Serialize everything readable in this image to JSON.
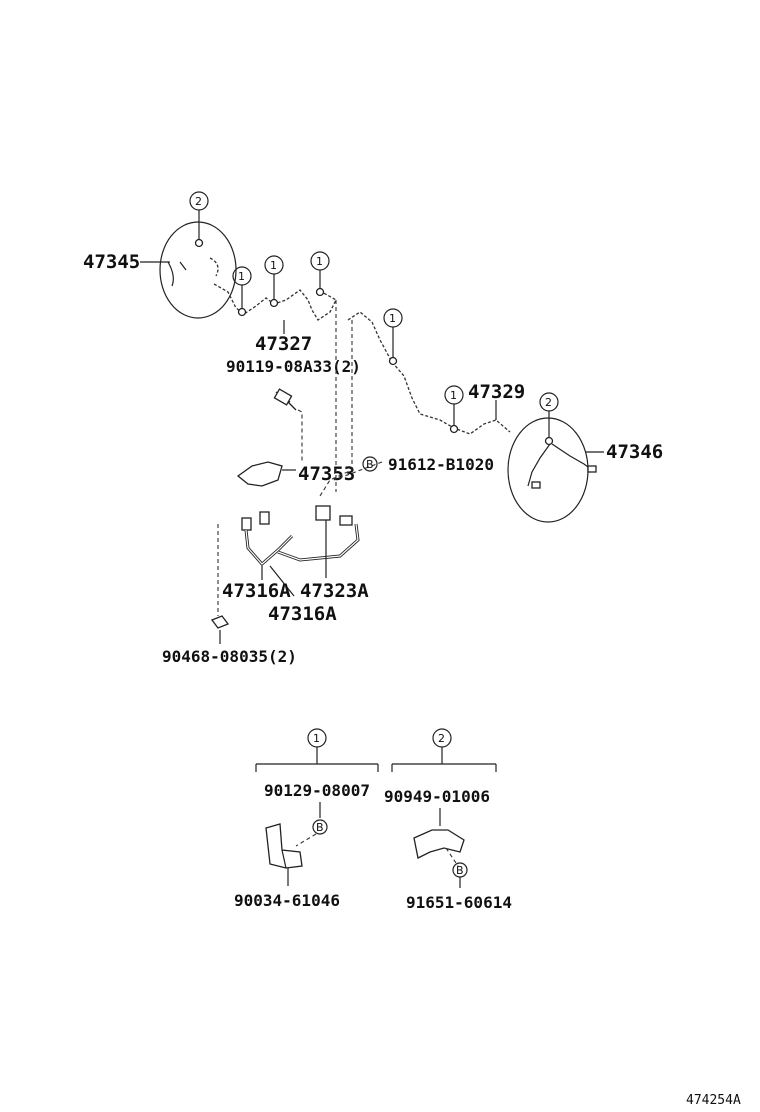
{
  "labels": {
    "p47345": "47345",
    "p47327": "47327",
    "p90119": "90119-08A33(2)",
    "p47329": "47329",
    "p47346": "47346",
    "p47353": "47353",
    "p91612": "91612-B1020",
    "p47316a_1": "47316A",
    "p47323a": "47323A",
    "p47316a_2": "47316A",
    "p90468": "90468-08035(2)",
    "p90129": "90129-08007",
    "p90949": "90949-01006",
    "p90034": "90034-61046",
    "p91651": "91651-60614",
    "figure_id": "474254A"
  },
  "callouts": {
    "one": "1",
    "two": "2",
    "b": "B"
  }
}
